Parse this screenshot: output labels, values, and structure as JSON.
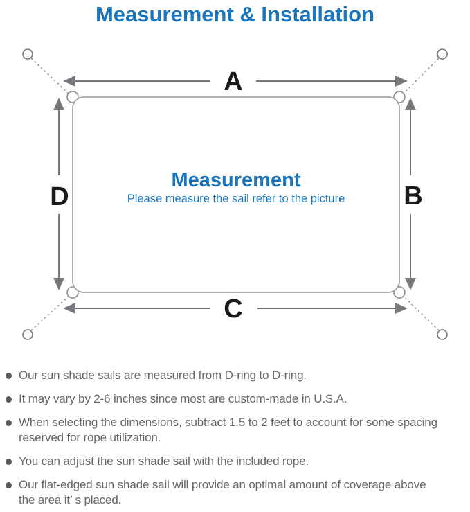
{
  "title": "Measurement & Installation",
  "diagram": {
    "labels": {
      "top": "A",
      "right": "B",
      "bottom": "C",
      "left": "D"
    },
    "center_title": "Measurement",
    "center_subtitle": "Please measure the sail refer to the picture"
  },
  "bullets": {
    "items": [
      {
        "text": "Our sun shade sails are measured from D-ring to D-ring."
      },
      {
        "text": "It may vary by 2-6 inches since most are custom-made in U.S.A."
      },
      {
        "text": "When selecting the dimensions, subtract 1.5 to 2 feet to account for some spacing\nreserved for rope utilization."
      },
      {
        "text": "You can adjust the sun shade sail with the included rope."
      },
      {
        "text": "Our flat-edged sun shade sail will provide an optimal amount of coverage above\nthe area it’ s placed."
      }
    ]
  },
  "colors": {
    "accent_blue": "#1b75bb",
    "line_gray": "#76787b",
    "outline_gray": "#8c8c8c",
    "note_gray": "#666666",
    "label_black": "#1a1a1a"
  }
}
